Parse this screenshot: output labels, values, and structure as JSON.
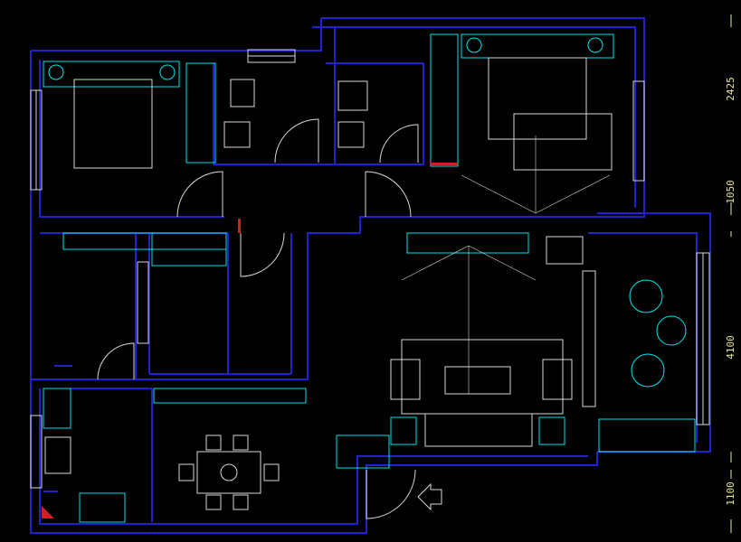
{
  "drawing": {
    "dimensions": [
      "2425",
      "1050",
      "4100",
      "1100"
    ],
    "colors": {
      "background": "#000000",
      "wall": "#2222cc",
      "furniture": "#00e5ee",
      "line": "#d8d8d8",
      "dimension": "#e8e89a",
      "accent": "#cc2222"
    }
  }
}
